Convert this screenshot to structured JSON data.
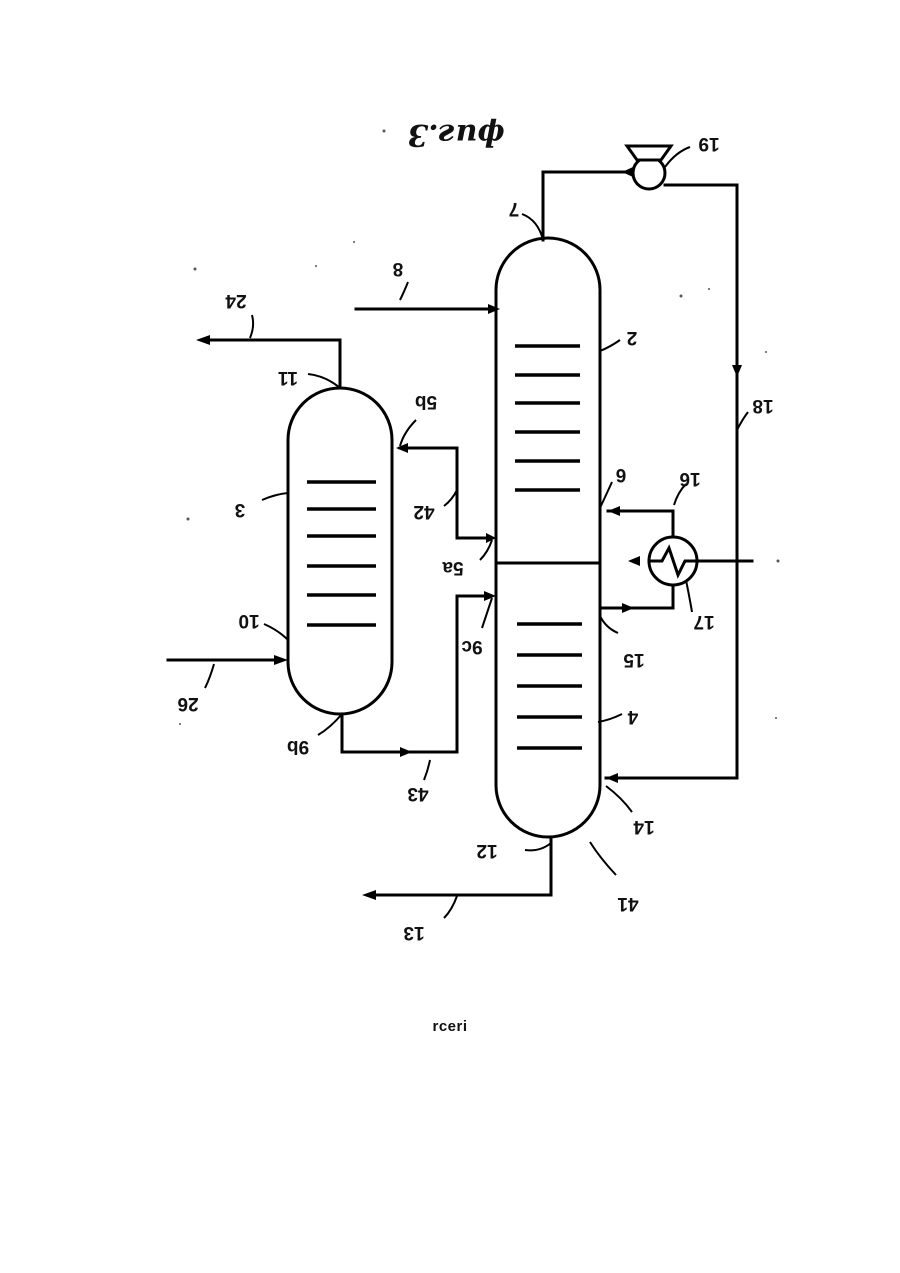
{
  "figure": {
    "title": "фиг.3",
    "labels": {
      "l2": "2",
      "l3": "3",
      "l4": "4",
      "l5a": "5a",
      "l5b": "5b",
      "l6": "6",
      "l7": "7",
      "l8": "8",
      "l9b": "9b",
      "l9c": "9c",
      "l10": "10",
      "l11": "11",
      "l12": "12",
      "l13": "13",
      "l14": "14",
      "l15": "15",
      "l16": "16",
      "l17": "17",
      "l18": "18",
      "l19": "19",
      "l24": "24",
      "l26": "26",
      "l41": "41",
      "l42": "42",
      "l43": "43"
    }
  },
  "footer": {
    "text": "rceri"
  }
}
